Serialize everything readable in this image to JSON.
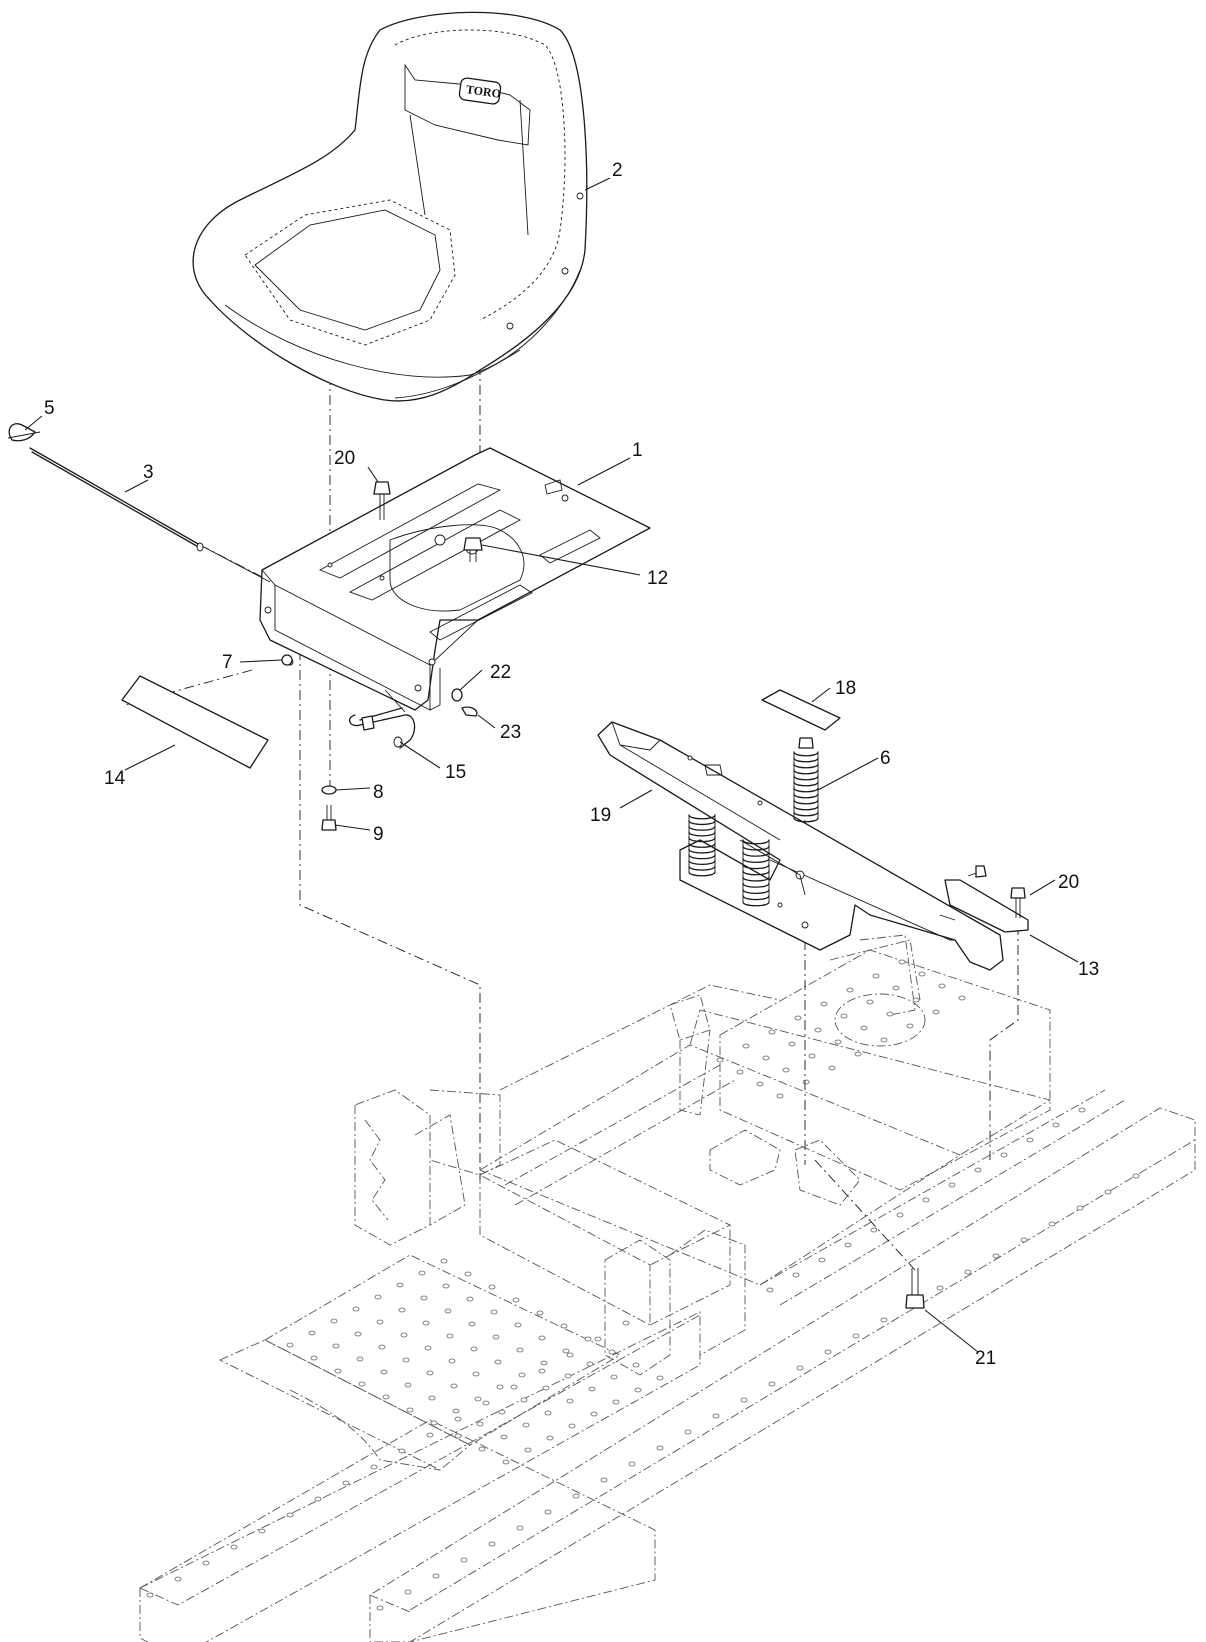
{
  "diagram": {
    "brand_logo_text": "TORO",
    "callouts": [
      {
        "id": "c1",
        "label": "1",
        "part": "seat-plate"
      },
      {
        "id": "c2",
        "label": "2",
        "part": "seat"
      },
      {
        "id": "c3",
        "label": "3",
        "part": "rod"
      },
      {
        "id": "c5",
        "label": "5",
        "part": "hairpin-cotter"
      },
      {
        "id": "c6",
        "label": "6",
        "part": "spring"
      },
      {
        "id": "c7",
        "label": "7",
        "part": "nut"
      },
      {
        "id": "c8",
        "label": "8",
        "part": "washer"
      },
      {
        "id": "c9",
        "label": "9",
        "part": "bolt"
      },
      {
        "id": "c12",
        "label": "12",
        "part": "bolt"
      },
      {
        "id": "c13",
        "label": "13",
        "part": "bracket"
      },
      {
        "id": "c14",
        "label": "14",
        "part": "decal"
      },
      {
        "id": "c15",
        "label": "15",
        "part": "latch-handle"
      },
      {
        "id": "c18",
        "label": "18",
        "part": "decal"
      },
      {
        "id": "c19",
        "label": "19",
        "part": "seat-support-frame"
      },
      {
        "id": "c20a",
        "label": "20",
        "part": "bolt"
      },
      {
        "id": "c20b",
        "label": "20",
        "part": "bolt"
      },
      {
        "id": "c21",
        "label": "21",
        "part": "bolt"
      },
      {
        "id": "c22",
        "label": "22",
        "part": "washer"
      },
      {
        "id": "c23",
        "label": "23",
        "part": "cotter-pin"
      }
    ]
  }
}
